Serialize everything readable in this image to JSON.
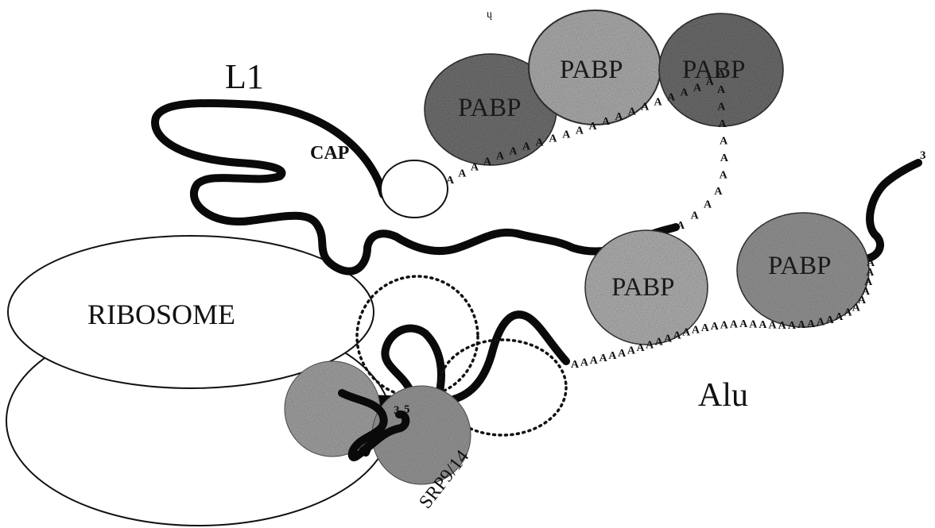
{
  "labels": {
    "l1": "L1",
    "alu": "Alu",
    "cap": "CAP",
    "ribosome": "RIBOSOME",
    "srp": "SRP9/14",
    "three_prime_small": "3",
    "five_prime_small": "5",
    "three_prime_end": "3",
    "stray_mark": "ų"
  },
  "proteins": {
    "pabp_1": "PABP",
    "pabp_2": "PABP",
    "pabp_3": "PABP",
    "pabp_4": "PABP",
    "pabp_5": "PABP"
  },
  "poly_a_glyph": "A",
  "colors": {
    "rna": "#0a0a0a",
    "protein_dark": "#6e6e6e",
    "protein_light": "#a9a9a9",
    "outline": "#111111",
    "background": "#ffffff"
  }
}
